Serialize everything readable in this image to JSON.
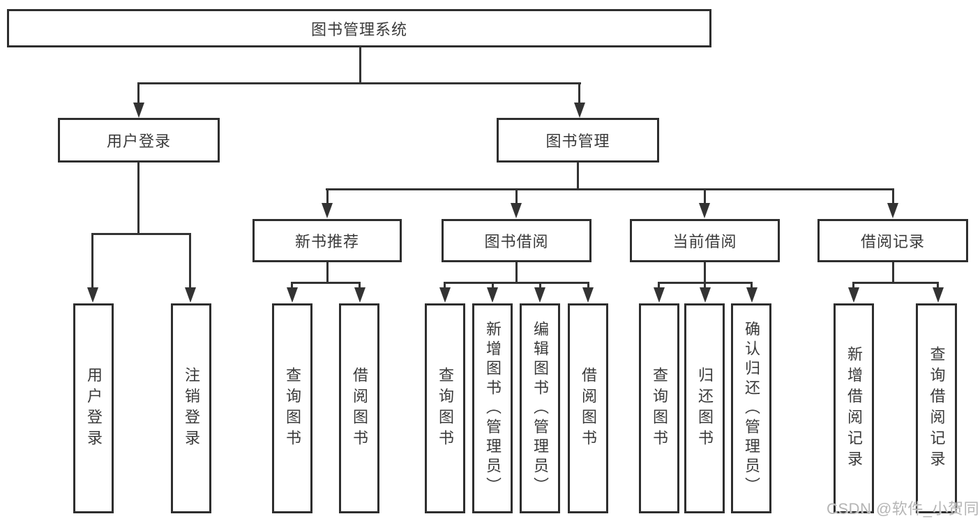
{
  "colors": {
    "line": "#333333",
    "border": "#2e2e2e",
    "text": "#3a3a3a",
    "watermark": "#b5b5b5",
    "background": "#ffffff"
  },
  "watermark": {
    "text": "CSDN @软件_小贺同学"
  },
  "tree": {
    "root": {
      "label": "图书管理系统",
      "children": [
        {
          "label": "用户登录",
          "children": [
            {
              "label": "用户登录"
            },
            {
              "label": "注销登录"
            }
          ]
        },
        {
          "label": "图书管理",
          "children": [
            {
              "label": "新书推荐",
              "children": [
                {
                  "label": "查询图书"
                },
                {
                  "label": "借阅图书"
                }
              ]
            },
            {
              "label": "图书借阅",
              "children": [
                {
                  "label": "查询图书"
                },
                {
                  "label": "新增图书（管理员）"
                },
                {
                  "label": "编辑图书（管理员）"
                },
                {
                  "label": "借阅图书"
                }
              ]
            },
            {
              "label": "当前借阅",
              "children": [
                {
                  "label": "查询图书"
                },
                {
                  "label": "归还图书"
                },
                {
                  "label": "确认归还（管理员）"
                }
              ]
            },
            {
              "label": "借阅记录",
              "children": [
                {
                  "label": "新增借阅记录"
                },
                {
                  "label": "查询借阅记录"
                }
              ]
            }
          ]
        }
      ]
    }
  }
}
